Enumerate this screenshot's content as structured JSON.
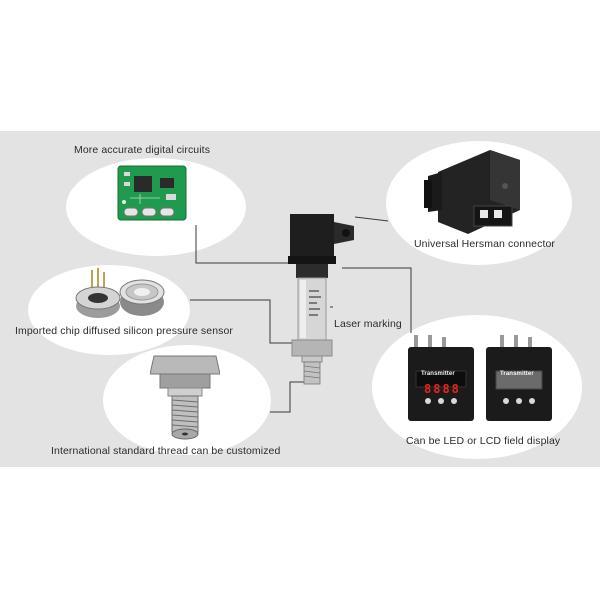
{
  "callouts": {
    "digital_circuits": "More accurate digital circuits",
    "hersman_connector": "Universal Hersman connector",
    "pressure_sensor": "Imported chip diffused silicon pressure sensor",
    "laser_marking": "Laser marking",
    "thread": "International standard thread can be customized",
    "field_display": "Can be LED or LCD field display"
  },
  "displays": {
    "left_brand": "Transmitter",
    "left_digits": "8888",
    "right_brand": "Transmitter"
  },
  "colors": {
    "panel_background": "#e3e3e3",
    "pcb_green": "#1f9a4e",
    "led_red": "#e8231c",
    "leader_line": "#3a3a3a"
  }
}
